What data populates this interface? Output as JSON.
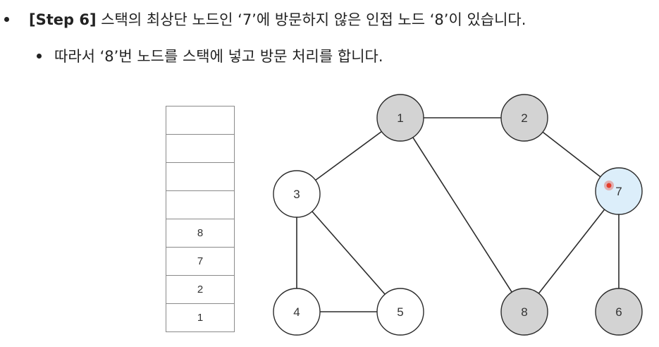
{
  "bullets": {
    "main": {
      "step": "[Step 6]",
      "text": " 스택의 최상단 노드인 ‘7’에 방문하지 않은 인접 노드 ‘8’이 있습니다."
    },
    "sub": {
      "text": "따라서 ‘8’번 노드를 스택에 넣고 방문 처리를 합니다."
    }
  },
  "stack": {
    "cells": [
      "",
      "",
      "",
      "",
      "8",
      "7",
      "2",
      "1"
    ]
  },
  "graph": {
    "nodes": [
      {
        "id": "1",
        "label": "1",
        "state": "visited"
      },
      {
        "id": "2",
        "label": "2",
        "state": "visited"
      },
      {
        "id": "3",
        "label": "3",
        "state": "unvisited"
      },
      {
        "id": "7",
        "label": "7",
        "state": "current"
      },
      {
        "id": "4",
        "label": "4",
        "state": "unvisited"
      },
      {
        "id": "5",
        "label": "5",
        "state": "unvisited"
      },
      {
        "id": "8",
        "label": "8",
        "state": "visited"
      },
      {
        "id": "6",
        "label": "6",
        "state": "visited"
      }
    ],
    "edges": [
      [
        "1",
        "2"
      ],
      [
        "1",
        "3"
      ],
      [
        "1",
        "8"
      ],
      [
        "2",
        "7"
      ],
      [
        "3",
        "4"
      ],
      [
        "3",
        "5"
      ],
      [
        "4",
        "5"
      ],
      [
        "7",
        "8"
      ],
      [
        "7",
        "6"
      ]
    ]
  },
  "colors": {
    "visited": "#d3d3d3",
    "unvisited": "#ffffff",
    "current": "#dceefa",
    "cursor": "#e53b2b"
  }
}
